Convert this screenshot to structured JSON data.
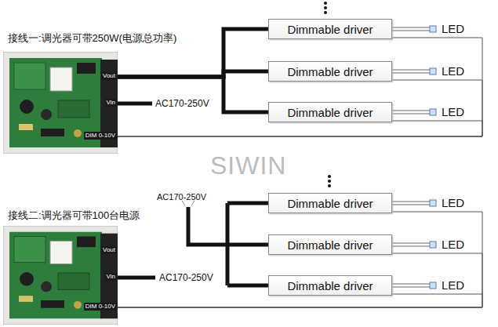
{
  "diagram": {
    "nodes": [
      {
        "text": [
          "Vout",
          "Vin",
          "DIM 0-10V"
        ]
      },
      {
        "text": [
          "Dimmable driver"
        ]
      },
      {
        "text": [
          "Dimmable driver"
        ]
      },
      {
        "text": [
          "Dimmable driver"
        ]
      },
      {
        "text": [
          "Vout",
          "Vin",
          "DIM 0-10V"
        ]
      },
      {
        "text": [
          "Dimmable driver"
        ]
      },
      {
        "text": [
          "Dimmable driver"
        ]
      },
      {
        "text": [
          "Dimmable driver"
        ]
      }
    ],
    "edges": [
      {
        "from": 0,
        "to": 1,
        "arrow": "none"
      },
      {
        "from": 0,
        "to": 2,
        "arrow": "none"
      },
      {
        "from": 0,
        "to": 3,
        "arrow": "none"
      },
      {
        "from": 0,
        "to": 1,
        "arrow": "none"
      },
      {
        "from": 0,
        "to": 2,
        "arrow": "none"
      },
      {
        "from": 0,
        "to": 3,
        "arrow": "none"
      },
      {
        "from": 4,
        "to": 5,
        "arrow": "none"
      },
      {
        "from": 4,
        "to": 6,
        "arrow": "none"
      },
      {
        "from": 4,
        "to": 7,
        "arrow": "none"
      }
    ],
    "labels": [
      "接线一:调光器可带250W(电源总功率)",
      "LED",
      "LED",
      "AC170-250V",
      "LED",
      "SIWIN",
      "AC170-250V",
      "接线二:调光器可带100台电源",
      "LED",
      "LED",
      "AC170-250V",
      "LED"
    ]
  }
}
